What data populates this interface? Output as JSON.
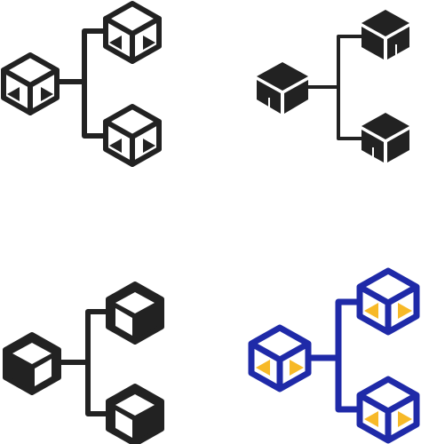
{
  "icon_set": [
    {
      "name": "network-cubes-outline-icon",
      "style": "outline",
      "stroke": "#222222",
      "fill": "#ffffff",
      "accent": "#ffffff"
    },
    {
      "name": "network-cubes-solid-icon",
      "style": "solid",
      "stroke": "#222222",
      "fill": "#222222",
      "accent": "#ffffff"
    },
    {
      "name": "network-cubes-glyph-icon",
      "style": "glyph",
      "stroke": "#222222",
      "fill": "#222222",
      "accent": "#ffffff"
    },
    {
      "name": "network-cubes-color-icon",
      "style": "color",
      "stroke": "#1f2aa8",
      "fill": "#ffffff",
      "accent": "#f7b928"
    }
  ],
  "background": "#ffffff"
}
